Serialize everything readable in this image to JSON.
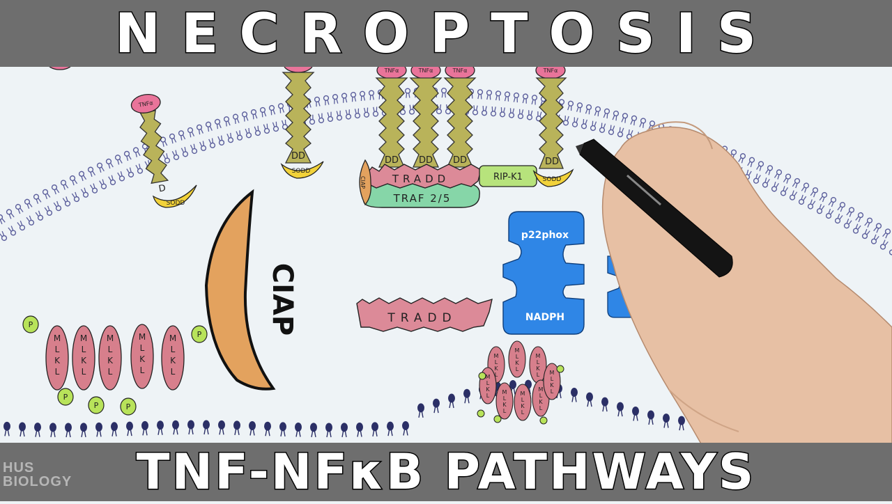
{
  "titles": {
    "top": "NECROPTOSIS",
    "bottom": "TNF-NFκB PATHWAYS"
  },
  "watermark": {
    "line1": "HUS",
    "line2": "BIOLOGY"
  },
  "labels": {
    "tnf": "TNFα",
    "dd": "DD",
    "d": "D",
    "sodd": "SODD",
    "tradd": "TRADD",
    "tradd_cytosol": "TRADD",
    "traf": "TRAF 2/5",
    "ciap_small": "CIAP",
    "ciap_large": "CIAP",
    "ripk1": "RIP-K1",
    "p22phox": "p22phox",
    "nadph": "NADPH",
    "mlkl": "MLKL",
    "phospho": "P"
  },
  "colors": {
    "banner": "#6e6e6e",
    "receptor": "#b9b35a",
    "tnf": "#e9749a",
    "sodd": "#f2d23a",
    "tradd": "#dc8a98",
    "traf": "#86d6a8",
    "ciap": "#e3a25e",
    "ripk1": "#b7e37c",
    "nox": "#2f86e6",
    "mlkl": "#d77f8c",
    "phospho": "#b8e35a",
    "lipid_membrane": "#5a5d9b",
    "lipid_vesicle": "#2b2f66"
  }
}
